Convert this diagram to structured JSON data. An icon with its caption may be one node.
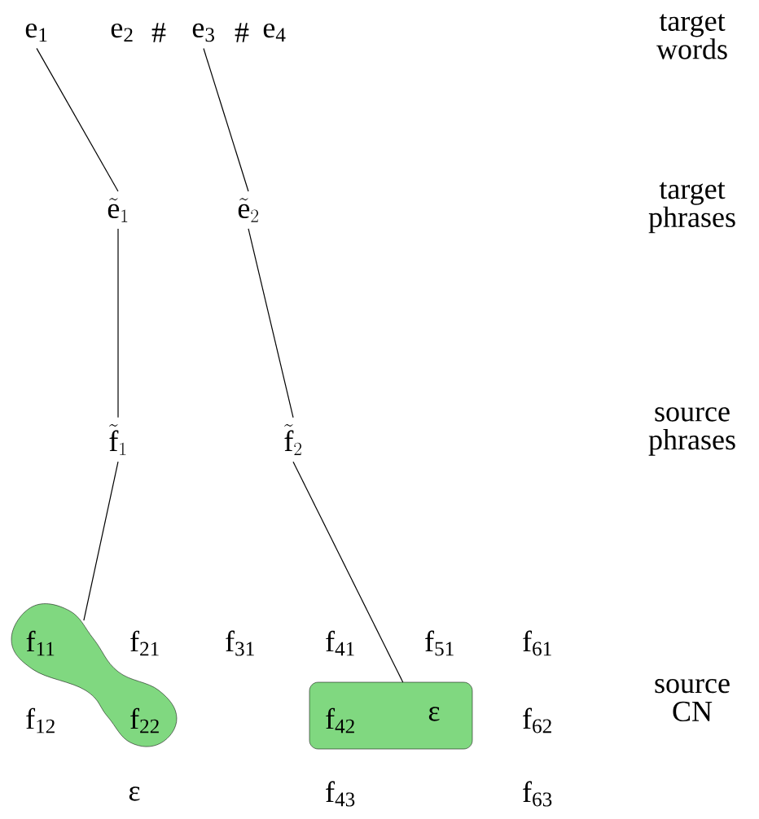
{
  "diagram": {
    "nodes": [
      {
        "text": [
          "e$_{1}$"
        ]
      },
      {
        "text": [
          "e$_{2}$"
        ]
      },
      {
        "text": [
          "e$_{3}$"
        ]
      },
      {
        "text": [
          "e$_{4}$"
        ]
      },
      {
        "text": [
          "\\tilde{\\mathrm{e}}_{1}"
        ]
      },
      {
        "text": [
          "\\tilde{\\mathrm{e}}_{2}"
        ]
      },
      {
        "text": [
          "\\tilde{\\mathrm{f}}_{1}"
        ]
      },
      {
        "text": [
          "\\tilde{\\mathrm{f}}_{2}"
        ]
      },
      {
        "text": [
          "f$_{11}$",
          "f$_{22}$"
        ]
      },
      {
        "text": [
          "f$_{42}$",
          "ε"
        ]
      }
    ],
    "edges": [
      {
        "from": 0,
        "to": 4,
        "arrow": "none"
      },
      {
        "from": 2,
        "to": 5,
        "arrow": "none"
      },
      {
        "from": 4,
        "to": 6,
        "arrow": "none"
      },
      {
        "from": 5,
        "to": 7,
        "arrow": "none"
      },
      {
        "from": 6,
        "to": 8,
        "arrow": "none"
      },
      {
        "from": 7,
        "to": 9,
        "arrow": "none"
      }
    ],
    "labels": [
      "#",
      "#",
      "target words",
      "target phrases",
      "source phrases",
      "f$_{21}$",
      "f$_{31}$",
      "f$_{41}$",
      "f$_{51}$",
      "f$_{61}$",
      "source CN",
      "f$_{12}$",
      "f$_{62}$",
      "ε",
      "f$_{43}$",
      "f$_{63}$"
    ]
  }
}
